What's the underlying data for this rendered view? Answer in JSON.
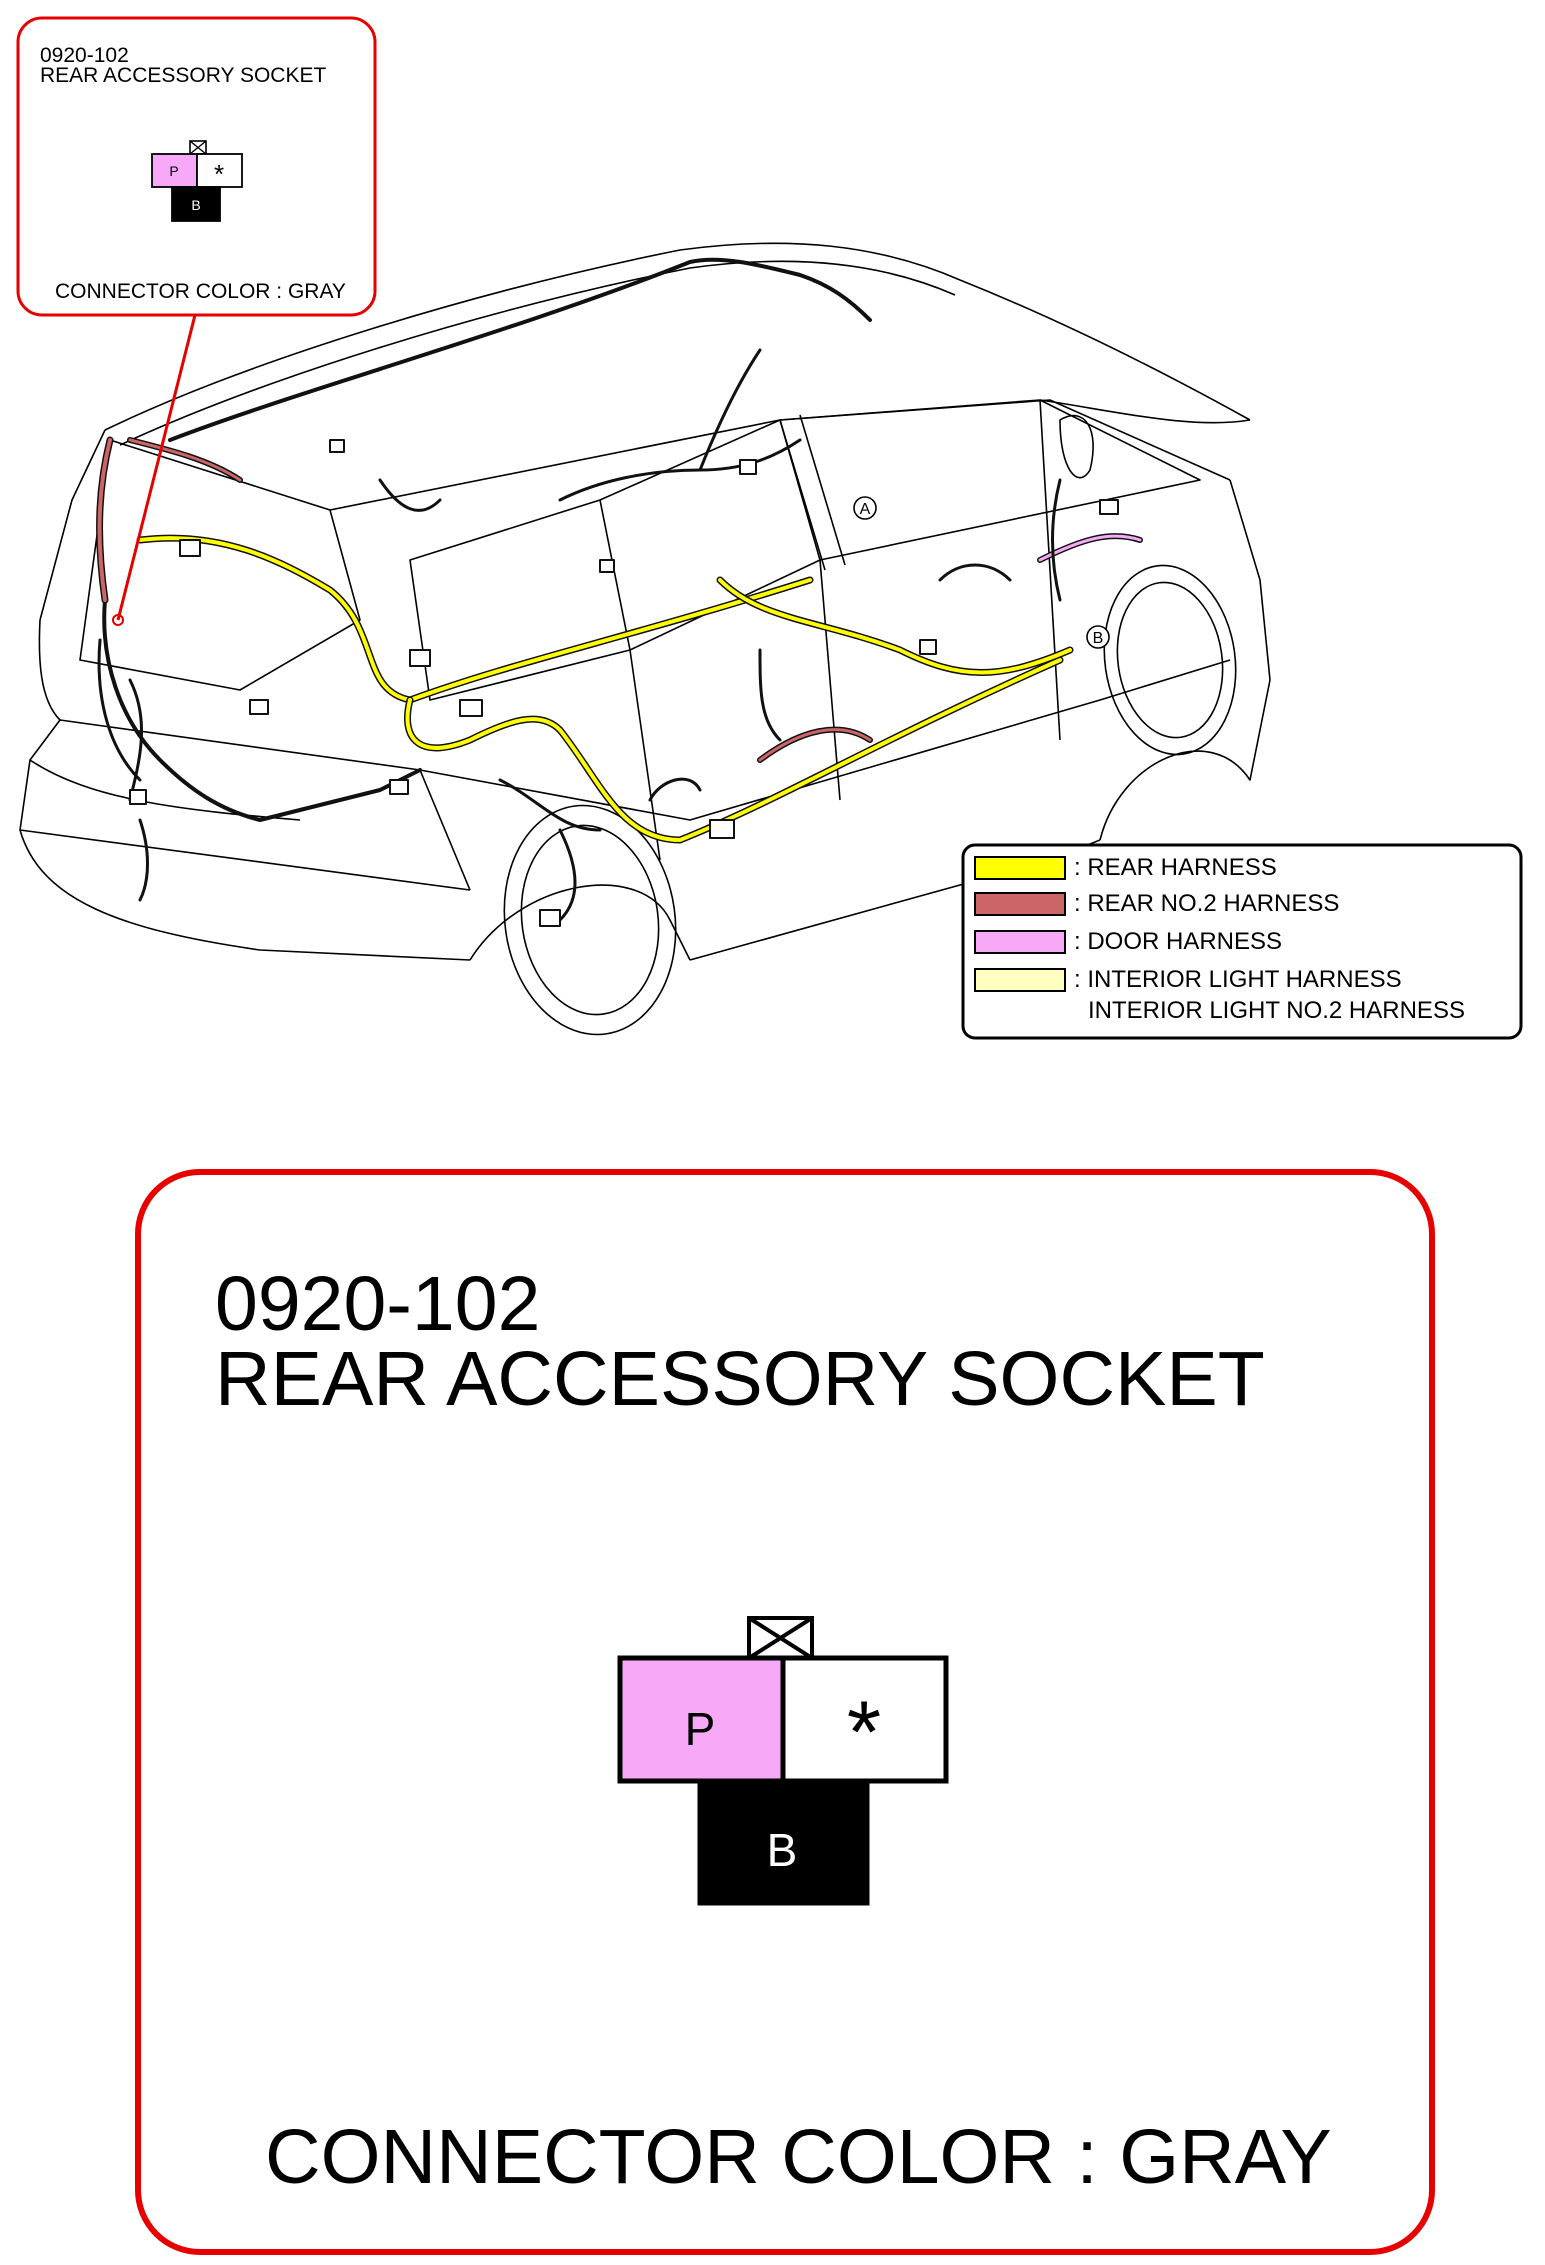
{
  "connector": {
    "code": "0920-102",
    "name": "REAR ACCESSORY SOCKET",
    "color_line": "CONNECTOR COLOR : GRAY",
    "pins": [
      {
        "label": "P",
        "fill": "#F7A8F7"
      },
      {
        "label": "*",
        "fill": "#FFFFFF"
      },
      {
        "label": "B",
        "fill": "#000000"
      }
    ]
  },
  "callout_markers": [
    "A",
    "B"
  ],
  "legend": {
    "items": [
      {
        "color": "#FFFF00",
        "lines": [
          ": REAR HARNESS"
        ]
      },
      {
        "color": "#CC6666",
        "lines": [
          ": REAR NO.2 HARNESS"
        ]
      },
      {
        "color": "#F7A8F7",
        "lines": [
          ": DOOR HARNESS"
        ]
      },
      {
        "color": "#FFFFC0",
        "lines": [
          ": INTERIOR LIGHT HARNESS",
          "INTERIOR LIGHT NO.2 HARNESS"
        ]
      }
    ]
  },
  "colors": {
    "callout_border": "#E60000",
    "rear_harness": "#FFFF00",
    "rear_no2_harness": "#CC6666",
    "door_harness": "#F7A8F7",
    "wire": "#111111"
  }
}
